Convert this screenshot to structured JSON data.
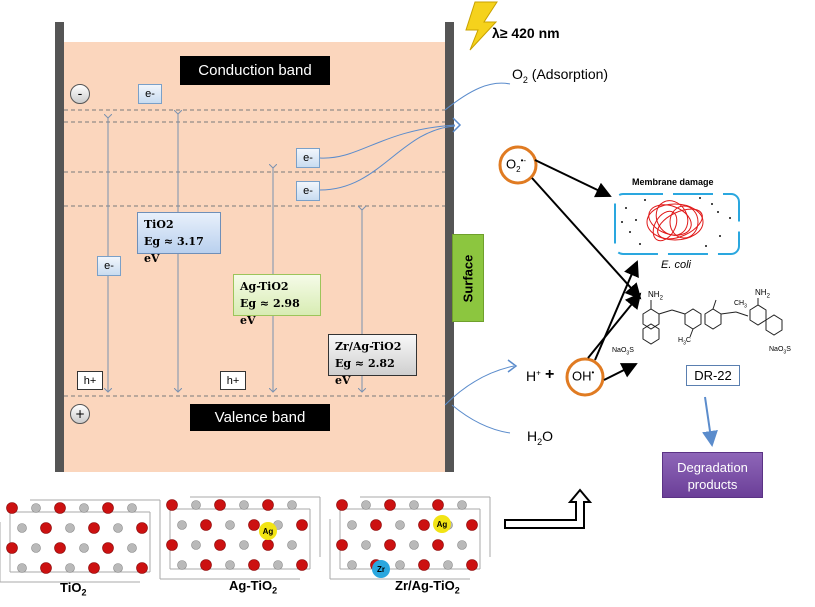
{
  "bands": {
    "conduction": "Conduction band",
    "valence": "Valence band",
    "minus": "-",
    "plus": "+"
  },
  "carriers": {
    "electron": "e-",
    "hole": "h+"
  },
  "gaps": [
    {
      "name": "TiO2",
      "eg": "Eg ≈ 3.17 eV"
    },
    {
      "name": "Ag-TiO2",
      "eg": "Eg ≈ 2.98 eV"
    },
    {
      "name": "Zr/Ag-TiO2",
      "eg": "Eg ≈ 2.82 eV"
    }
  ],
  "surface": "Surface",
  "light": "λ≥ 420 nm",
  "species": {
    "o2_prefix": "O",
    "o2_sub": "2",
    "o2_suffix": " (Adsorption)",
    "superoxide": "O",
    "superoxide_sub": "2",
    "superoxide_sup": "•-",
    "hydroxyl": "OH",
    "hydroxyl_sup": "•",
    "proton": "H",
    "proton_sup": "+",
    "plus": "+",
    "water": "H",
    "water_sub": "2",
    "water_suffix": "O"
  },
  "bio": {
    "membrane": "Membrane damage",
    "ecoli": "E. coli"
  },
  "dye": {
    "label": "DR-22",
    "nh2": "NH",
    "nh2_sub": "2",
    "ch3": "CH",
    "ch3_sub": "3",
    "h3c": "H",
    "h3c_sub": "3",
    "h3c_c": "C",
    "naoso3": "NaO",
    "naoso3_sub": "3",
    "naoso3_s": "S",
    "so3na": "NaO",
    "so3na_sub": "3",
    "so3na_s": "S"
  },
  "products": {
    "line1": "Degradation",
    "line2": "products"
  },
  "materials": [
    {
      "main": "TiO",
      "sub": "2"
    },
    {
      "main": "Ag-TiO",
      "sub": "2"
    },
    {
      "main": "Zr/Ag-TiO",
      "sub": "2"
    }
  ],
  "atoms": {
    "ag": "Ag",
    "zr": "Zr"
  },
  "colors": {
    "band_fill": "#fbd6bd",
    "wall": "#555555",
    "oxygen": "#cc1111",
    "titanium": "#b9b9b9",
    "silver": "#f2e414",
    "zirconium": "#2aa7df",
    "ring": "#e07b22",
    "accent_blue": "#5b8ccc"
  }
}
